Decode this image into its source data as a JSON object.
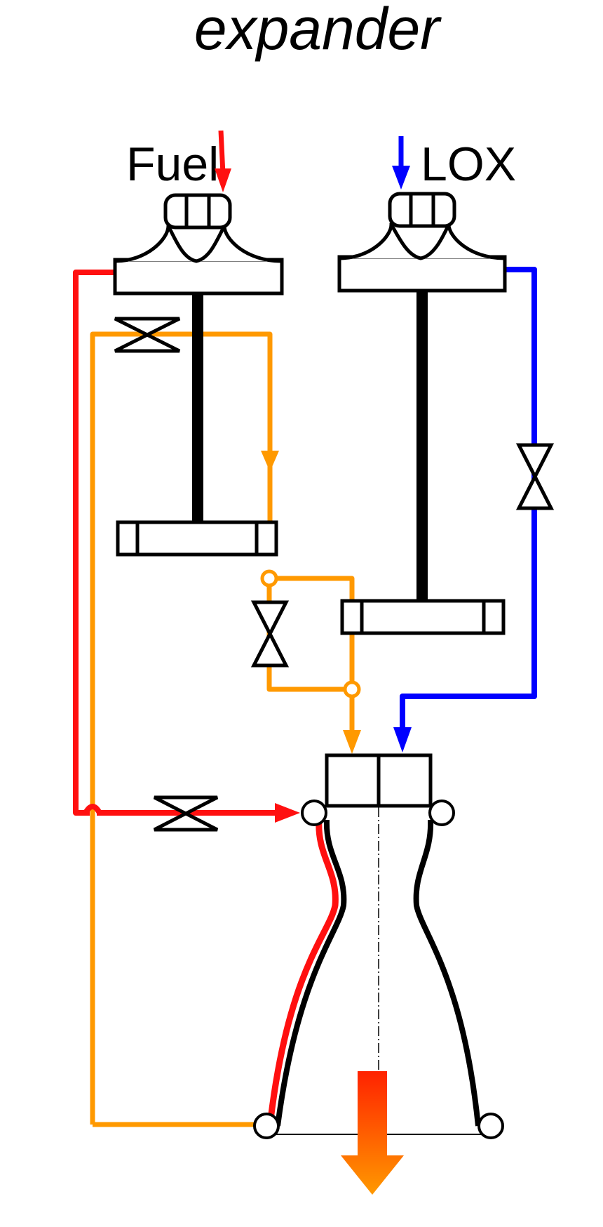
{
  "diagram": {
    "title": "expander",
    "fuel_label": "Fuel",
    "lox_label": "LOX"
  },
  "colors": {
    "fuel_line": "#ff1010",
    "oxidizer_line": "#0000ff",
    "turbine_drive_line": "#ff9900",
    "structure": "#000000",
    "exhaust_top": "#ff2200",
    "exhaust_bottom": "#ff9900"
  },
  "icons": {
    "valve": "bowtie-valve-icon",
    "pump": "centrifugal-pump-icon",
    "turbine": "turbine-icon",
    "nozzle": "bell-nozzle-icon",
    "exhaust": "exhaust-arrow-icon"
  }
}
